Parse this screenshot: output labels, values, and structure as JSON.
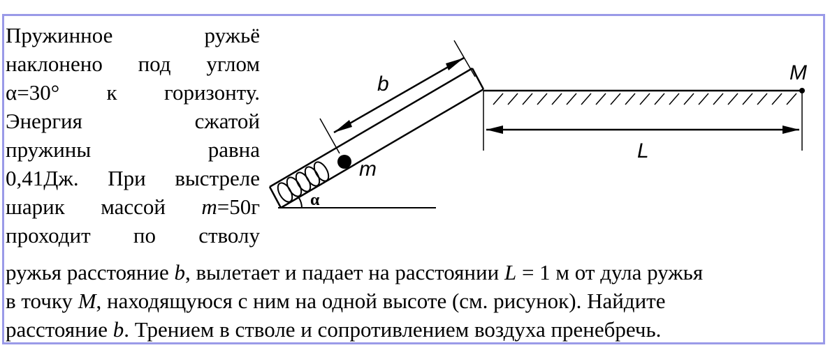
{
  "problem": {
    "col_lines": [
      [
        "Пружинное",
        "ружьё"
      ],
      [
        "наклонено",
        "под",
        "углом"
      ],
      [
        "α=30°",
        "к",
        "горизонту."
      ],
      [
        "Энергия",
        "сжатой"
      ],
      [
        "пружины",
        "равна"
      ],
      [
        "0,41Дж.",
        "При",
        "выстреле"
      ],
      [
        "шарик",
        "массой"
      ],
      [
        "проходит",
        "по",
        "стволу"
      ]
    ],
    "mass_var": "m",
    "mass_val": "=50г",
    "line9": {
      "p1": "ружья расстояние ",
      "b": "b",
      "p2": ", вылетает и падает на расстоянии ",
      "L": "L",
      "p3": " = 1 м от дула ружья"
    },
    "line10": {
      "p1": "в точку ",
      "M": "M",
      "p2": ", находящуюся с ним на одной высоте (см. рисунок). Найдите"
    },
    "line11": {
      "p1": "расстояние ",
      "b": "b",
      "p2": ". Трением в стволе и сопротивлением воздуха пренебречь."
    }
  },
  "figure": {
    "label_b": "b",
    "label_m": "m",
    "label_alpha": "α",
    "label_L": "L",
    "label_M": "M"
  }
}
